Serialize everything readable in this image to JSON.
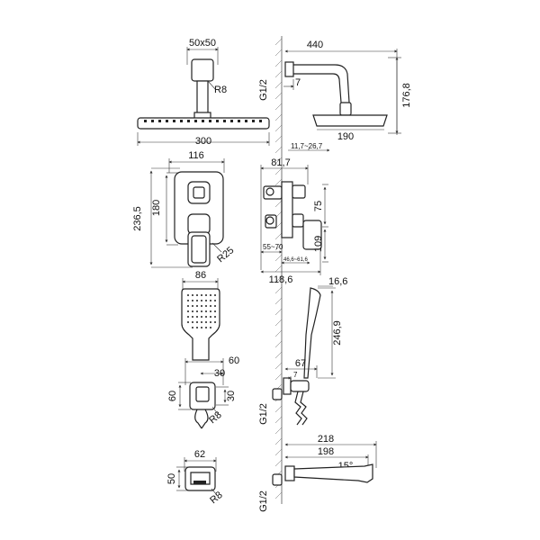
{
  "colors": {
    "line": "#222222",
    "dimension": "#333333",
    "background": "#ffffff"
  },
  "labels": {
    "arm_section": "50x50",
    "arm_radius": "R8",
    "rain_head_width": "300",
    "arm_projection": "440",
    "thread_top": "G1/2",
    "arm_wall_offset": "7",
    "arm_height": "176,8",
    "rain_head_front": "190",
    "arm_adjust_range": "11,7~26,7",
    "plate_width": "116",
    "plate_height_total": "236,5",
    "plate_height": "180",
    "plate_radius": "R25",
    "valve_depth": "81,7",
    "valve_upper": "75",
    "valve_lower": "109",
    "valve_install_range": "55~70",
    "valve_range_small": "46,6~61,6",
    "valve_total_depth": "118,6",
    "hand_shower_width": "86",
    "hand_shower_thickness": "16,6",
    "hand_shower_length": "246,9",
    "holder_width": "60",
    "holder_inner": "30",
    "holder_height": "60",
    "holder_inner_height": "30",
    "holder_radius": "R8",
    "holder_projection": "67",
    "holder_wall_offset": "7",
    "thread_middle": "G1/2",
    "spout_total": "218",
    "spout_length": "198",
    "spout_angle": "15°",
    "spout_width": "62",
    "spout_height": "50",
    "spout_radius": "R8",
    "thread_bottom": "G1/2"
  }
}
